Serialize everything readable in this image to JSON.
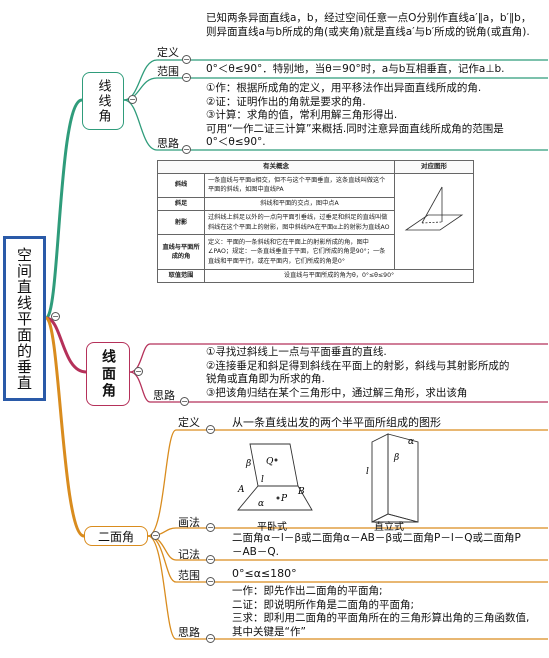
{
  "root": {
    "label": "空间直线平面的垂直"
  },
  "branch1": {
    "label": "线线角",
    "definition": {
      "label": "定义",
      "text": "已知两条异面直线a，b，经过空间任意一点O分别作直线a′∥a，b′∥b，则异面直线a与b所成的角(或夹角)就是直线a′与b′所成的锐角(或直角)."
    },
    "range": {
      "label": "范围",
      "text": "0°＜θ≤90°．特别地，当θ＝90°时，a与b互相垂直，记作a⊥b."
    },
    "method": {
      "label": "思路",
      "lines": [
        "①作：根据所成角的定义，用平移法作出异面直线所成的角.",
        "②证：证明作出的角就是要求的角.",
        "③计算：求角的值，常利用解三角形得出.",
        "可用“一作二证三计算”来概括.同时注意异面直线所成角的范围是",
        "0°＜θ≤90°."
      ]
    }
  },
  "concept_table": {
    "header_concept": "有关概念",
    "header_figure": "对应图形",
    "rows": [
      {
        "key": "斜线",
        "text": "一条直线与平面α相交，但不与这个平面垂直，这条直线叫做这个平面的斜线，如图中直线PA"
      },
      {
        "key": "斜足",
        "text": "斜线和平面的交点，图中点A"
      },
      {
        "key": "射影",
        "text": "过斜线上斜足以外的一点向平面引垂线，过垂足和斜足的直线叫做斜线在这个平面上的射影，图中斜线PA在平面α上的射影为直线AO"
      },
      {
        "key": "直线与平面所成的角",
        "text": "定义：平面的一条斜线和它在平面上的射影所成的角，图中∠PAO；规定：一条直线垂直于平面，它们所成的角是90°；一条直线和平面平行，或在平面内，它们所成的角是0°"
      },
      {
        "key": "取值范围",
        "text": "设直线与平面所成的角为θ，0°≤θ≤90°"
      }
    ]
  },
  "branch2": {
    "label": "线面角",
    "method": {
      "label": "思路",
      "lines": [
        "①寻找过斜线上一点与平面垂直的直线.",
        "②连接垂足和斜足得到斜线在平面上的射影，斜线与其射影所成的",
        "锐角或直角即为所求的角.",
        "③把该角归结在某个三角形中，通过解三角形，求出该角"
      ]
    }
  },
  "branch3": {
    "label": "二面角",
    "definition": {
      "label": "定义",
      "text": "从一条直线出发的两个半平面所组成的图形"
    },
    "drawing": {
      "label": "画法",
      "flat_caption": "平卧式",
      "upright_caption": "直立式",
      "flat_letters": {
        "beta": "β",
        "Q": "Q",
        "l": "l",
        "A": "A",
        "B": "B",
        "P": "P",
        "alpha": "α"
      },
      "upright_letters": {
        "alpha": "α",
        "beta": "β",
        "l": "l"
      }
    },
    "notation": {
      "label": "记法",
      "lines": [
        "二面角α－l－β或二面角α－AB－β或二面角P－l－Q或二面角P",
        "－AB－Q."
      ]
    },
    "range": {
      "label": "范围",
      "text": "0°≤α≤180°"
    },
    "method": {
      "label": "思路",
      "lines": [
        "一作：即先作出二面角的平面角;",
        "二证：即说明所作角是二面角的平面角;",
        "三求：即利用二面角的平面角所在的三角形算出角的三角函数值,",
        "其中关键是“作”"
      ]
    }
  },
  "colors": {
    "root_border": "#2a5aa8",
    "branch1": "#2f9c7b",
    "branch2": "#b5315a",
    "branch3": "#d98c1e"
  }
}
